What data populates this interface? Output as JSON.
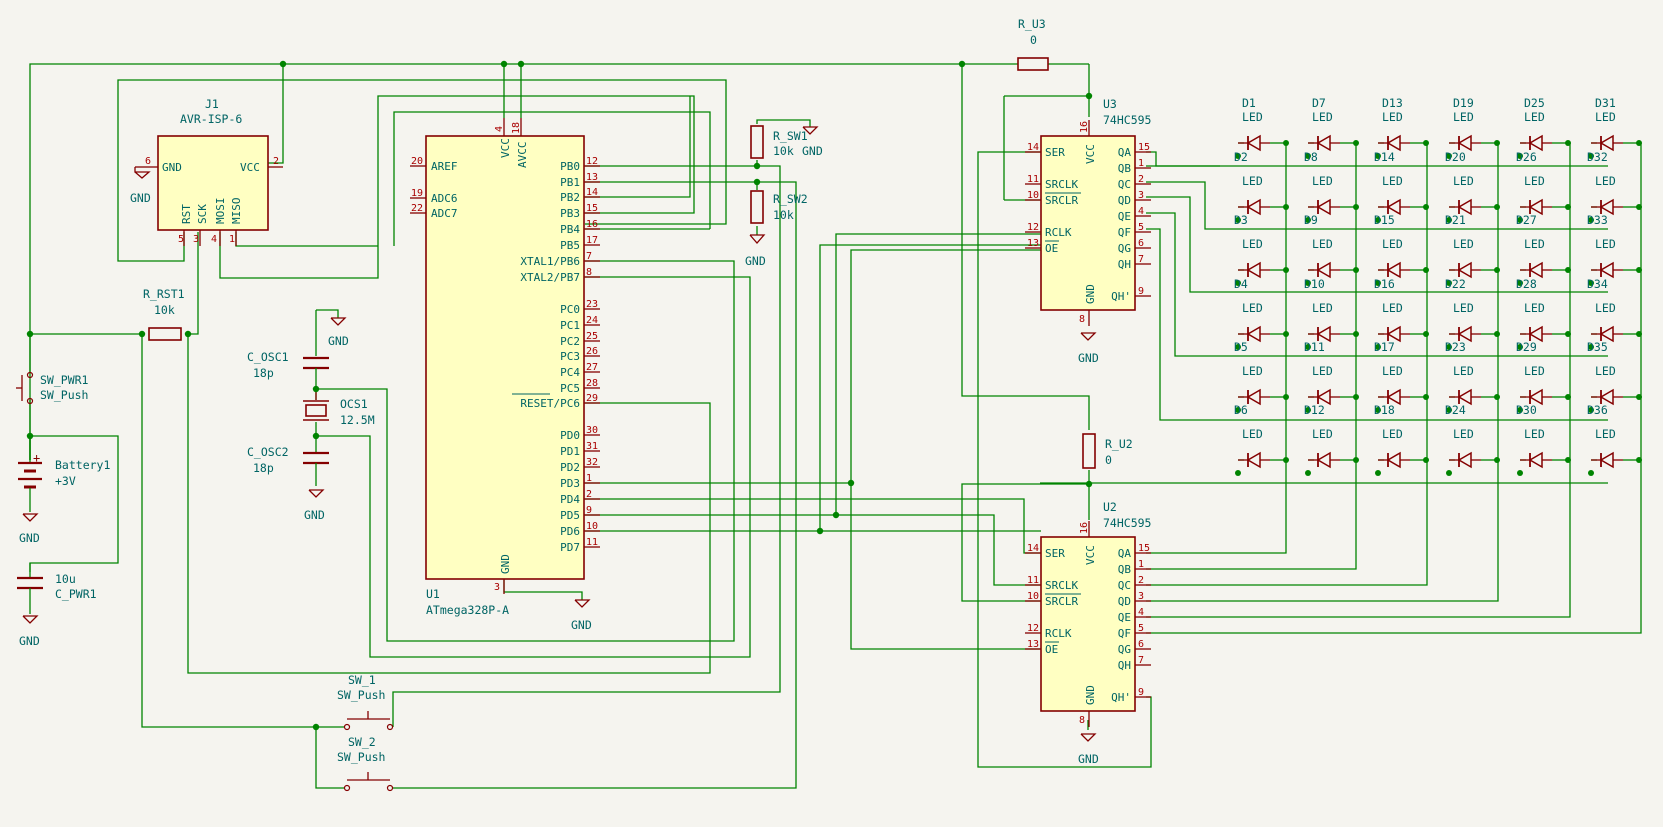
{
  "colors": {
    "wire": "#008400",
    "symbol": "#840000",
    "fill": "#ffffc2",
    "text": "#006464",
    "pinnum": "#a90000",
    "background": "#f5f4ef"
  },
  "j1": {
    "ref": "J1",
    "value": "AVR-ISP-6",
    "gnd": "GND",
    "vcc": "VCC",
    "rst": "RST",
    "sck": "SCK",
    "mosi": "MOSI",
    "miso": "MISO",
    "p6": "6",
    "p2": "2",
    "p5": "5",
    "p3": "3",
    "p4": "4",
    "p1": "1"
  },
  "u1": {
    "ref": "U1",
    "value": "ATmega328P-A",
    "vcc": "VCC",
    "avcc": "AVCC",
    "gnd": "GND",
    "vcc_n": "4",
    "avcc_n": "18",
    "gnd_n": "3",
    "left": [
      {
        "name": "AREF",
        "num": "20"
      },
      {
        "name": "ADC6",
        "num": "19"
      },
      {
        "name": "ADC7",
        "num": "22"
      }
    ],
    "right": [
      {
        "name": "PB0",
        "num": "12"
      },
      {
        "name": "PB1",
        "num": "13"
      },
      {
        "name": "PB2",
        "num": "14"
      },
      {
        "name": "PB3",
        "num": "15"
      },
      {
        "name": "PB4",
        "num": "16"
      },
      {
        "name": "PB5",
        "num": "17"
      },
      {
        "name": "XTAL1/PB6",
        "num": "7"
      },
      {
        "name": "XTAL2/PB7",
        "num": "8"
      },
      {
        "name": "PC0",
        "num": "23"
      },
      {
        "name": "PC1",
        "num": "24"
      },
      {
        "name": "PC2",
        "num": "25"
      },
      {
        "name": "PC3",
        "num": "26"
      },
      {
        "name": "PC4",
        "num": "27"
      },
      {
        "name": "PC5",
        "num": "28"
      },
      {
        "name": "RESET/PC6",
        "num": "29"
      },
      {
        "name": "PD0",
        "num": "30"
      },
      {
        "name": "PD1",
        "num": "31"
      },
      {
        "name": "PD2",
        "num": "32"
      },
      {
        "name": "PD3",
        "num": "1"
      },
      {
        "name": "PD4",
        "num": "2"
      },
      {
        "name": "PD5",
        "num": "9"
      },
      {
        "name": "PD6",
        "num": "10"
      },
      {
        "name": "PD7",
        "num": "11"
      }
    ]
  },
  "u3": {
    "ref": "U3",
    "value": "74HC595"
  },
  "u2": {
    "ref": "U2",
    "value": "74HC595"
  },
  "sr": {
    "vcc": "VCC",
    "gnd": "GND",
    "vcc_n": "16",
    "gnd_n": "8",
    "left": [
      {
        "name": "SER",
        "num": "14"
      },
      {
        "name": "SRCLK",
        "num": "11"
      },
      {
        "name": "SRCLR",
        "num": "10"
      },
      {
        "name": "RCLK",
        "num": "12"
      },
      {
        "name": "OE",
        "num": "13"
      }
    ],
    "right": [
      {
        "name": "QA",
        "num": "15"
      },
      {
        "name": "QB",
        "num": "1"
      },
      {
        "name": "QC",
        "num": "2"
      },
      {
        "name": "QD",
        "num": "3"
      },
      {
        "name": "QE",
        "num": "4"
      },
      {
        "name": "QF",
        "num": "5"
      },
      {
        "name": "QG",
        "num": "6"
      },
      {
        "name": "QH",
        "num": "7"
      },
      {
        "name": "QH'",
        "num": "9"
      }
    ]
  },
  "r_u3": {
    "ref": "R_U3",
    "value": "0"
  },
  "r_u2": {
    "ref": "R_U2",
    "value": "0"
  },
  "r_sw1": {
    "ref": "R_SW1",
    "value": "10k"
  },
  "r_sw2": {
    "ref": "R_SW2",
    "value": "10k"
  },
  "r_rst1": {
    "ref": "R_RST1",
    "value": "10k"
  },
  "c_osc1": {
    "ref": "C_OSC1",
    "value": "18p"
  },
  "c_osc2": {
    "ref": "C_OSC2",
    "value": "18p"
  },
  "ocs1": {
    "ref": "OCS1",
    "value": "12.5M"
  },
  "sw_pwr1": {
    "ref": "SW_PWR1",
    "value": "SW_Push"
  },
  "battery1": {
    "ref": "Battery1",
    "value": "+3V"
  },
  "c_pwr1": {
    "ref": "C_PWR1",
    "value": "10u"
  },
  "sw_1": {
    "ref": "SW_1",
    "value": "SW_Push"
  },
  "sw_2": {
    "ref": "SW_2",
    "value": "SW_Push"
  },
  "gnd": "GND",
  "leds": {
    "value": "LED",
    "col_top": [
      "D1",
      "D7",
      "D13",
      "D19",
      "D25",
      "D31"
    ],
    "row_labels": [
      [
        "D2",
        "D8",
        "D14",
        "D20",
        "D26",
        "D32"
      ],
      [
        "D3",
        "D9",
        "D15",
        "D21",
        "D27",
        "D33"
      ],
      [
        "D4",
        "D10",
        "D16",
        "D22",
        "D28",
        "D34"
      ],
      [
        "D5",
        "D11",
        "D17",
        "D23",
        "D29",
        "D35"
      ],
      [
        "D6",
        "D12",
        "D18",
        "D24",
        "D30",
        "D36"
      ]
    ]
  }
}
